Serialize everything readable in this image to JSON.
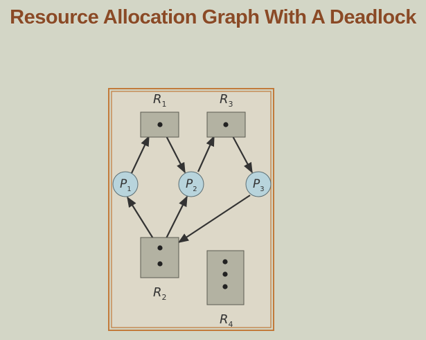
{
  "title": "Resource Allocation Graph With A Deadlock",
  "colors": {
    "background": "#d3d6c6",
    "title": "#8a4a26",
    "frame": "#c27a3a",
    "panel": "#ddd8c8",
    "resource_fill": "#b3b2a2",
    "process_fill": "#b8d4dc",
    "edge": "#333333"
  },
  "resources": [
    {
      "id": "R1",
      "name": "R",
      "sub": "1",
      "instances": 1
    },
    {
      "id": "R2",
      "name": "R",
      "sub": "2",
      "instances": 2
    },
    {
      "id": "R3",
      "name": "R",
      "sub": "3",
      "instances": 1
    },
    {
      "id": "R4",
      "name": "R",
      "sub": "4",
      "instances": 3
    }
  ],
  "processes": [
    {
      "id": "P1",
      "name": "P",
      "sub": "1"
    },
    {
      "id": "P2",
      "name": "P",
      "sub": "2"
    },
    {
      "id": "P3",
      "name": "P",
      "sub": "3"
    }
  ],
  "edges": [
    {
      "from": "P1",
      "to": "R1",
      "kind": "request"
    },
    {
      "from": "R1",
      "to": "P2",
      "kind": "assignment"
    },
    {
      "from": "P2",
      "to": "R3",
      "kind": "request"
    },
    {
      "from": "R3",
      "to": "P3",
      "kind": "assignment"
    },
    {
      "from": "P3",
      "to": "R2",
      "kind": "request"
    },
    {
      "from": "R2",
      "to": "P1",
      "kind": "assignment"
    },
    {
      "from": "R2",
      "to": "P2",
      "kind": "assignment"
    }
  ]
}
